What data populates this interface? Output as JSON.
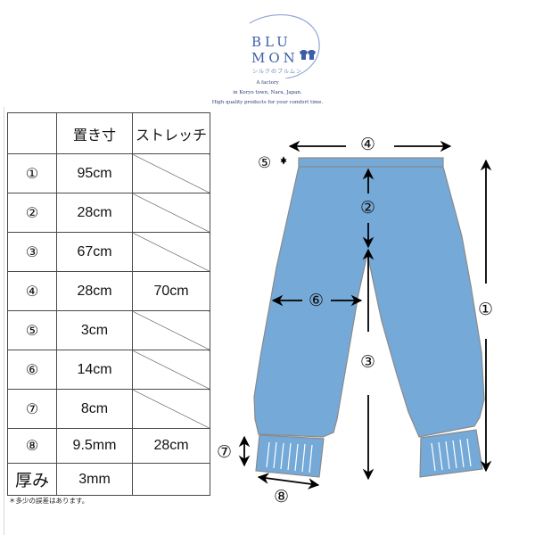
{
  "logo": {
    "line1": "BLU",
    "line2": "MON",
    "subtitle": "シルクのブルムン",
    "icon": "twin-shirts-icon"
  },
  "tagline": {
    "line1": "A factory",
    "line2": "in Koryo town, Nara, Japan.",
    "line3": "High quality products for your comfort time."
  },
  "table": {
    "headers": [
      "",
      "置き寸",
      "ストレッチ"
    ],
    "rows": [
      {
        "label": "①",
        "flat": "95cm",
        "stretch": ""
      },
      {
        "label": "②",
        "flat": "28cm",
        "stretch": ""
      },
      {
        "label": "③",
        "flat": "67cm",
        "stretch": ""
      },
      {
        "label": "④",
        "flat": "28cm",
        "stretch": "70cm"
      },
      {
        "label": "⑤",
        "flat": "3cm",
        "stretch": ""
      },
      {
        "label": "⑥",
        "flat": "14cm",
        "stretch": ""
      },
      {
        "label": "⑦",
        "flat": "8cm",
        "stretch": ""
      },
      {
        "label": "⑧",
        "flat": "9.5mm",
        "stretch": "28cm"
      },
      {
        "label": "厚み",
        "flat": "3mm",
        "stretch": ""
      }
    ]
  },
  "note": "＊多少の誤差はあります。",
  "diagram": {
    "garment": "pants",
    "fill_color": "#75a9d8",
    "outline_color": "#8a8a8a",
    "labels": {
      "total_length": "①",
      "rise": "②",
      "inseam": "③",
      "waist_width": "④",
      "waistband_height": "⑤",
      "thigh_width": "⑥",
      "cuff_height": "⑦",
      "cuff_width": "⑧"
    }
  }
}
